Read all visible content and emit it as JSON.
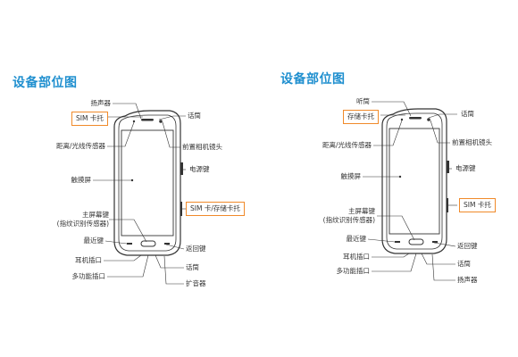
{
  "colors": {
    "accent": "#1f8fcf",
    "highlight_box": "#f08a2a",
    "line": "#333333"
  },
  "left_panel": {
    "title": "设备部位图",
    "labels": {
      "speaker": "扬声器",
      "sim_tray": "SIM 卡托",
      "earpiece": "话筒",
      "proximity_sensor": "距离/光线传感器",
      "front_camera": "前置相机镜头",
      "power_key": "电源键",
      "touchscreen": "触摸屏",
      "sim_storage_tray": "SIM 卡/存储卡托",
      "home_key_line1": "主屏幕键",
      "home_key_line2": "(指纹识别传感器)",
      "recent_key": "最近键",
      "back_key": "返回键",
      "headset_jack": "耳机插口",
      "mic": "话筒",
      "multipurpose_jack": "多功能插口",
      "loudspeaker": "扩音器"
    }
  },
  "right_panel": {
    "title": "设备部位图",
    "labels": {
      "earpiece_top": "听筒",
      "storage_tray": "存储卡托",
      "mic": "话筒",
      "proximity_sensor": "距离/光线传感器",
      "front_camera": "前置相机镜头",
      "power_key": "电源键",
      "touchscreen": "触摸屏",
      "sim_tray": "SIM 卡托",
      "home_key_line1": "主屏幕键",
      "home_key_line2": "(指纹识别传感器)",
      "recent_key": "最近键",
      "back_key": "返回键",
      "headset_jack": "耳机插口",
      "mic_bottom": "话筒",
      "multipurpose_jack": "多功能插口",
      "speaker": "扬声器"
    }
  }
}
